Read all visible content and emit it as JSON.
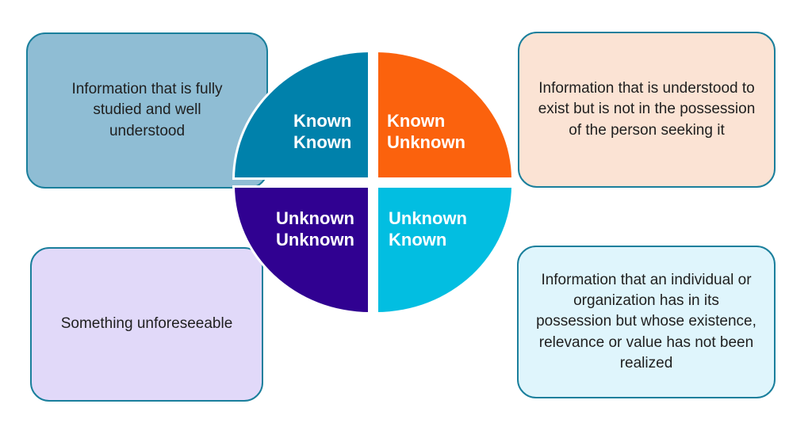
{
  "pie": {
    "label_color": "#FFFFFF",
    "quadrants": [
      {
        "name": "known-known",
        "line1": "Known",
        "line2": "Known",
        "color": "#0081AB"
      },
      {
        "name": "known-unknown",
        "line1": "Known",
        "line2": "Unknown",
        "color": "#FB620D"
      },
      {
        "name": "unknown-unknown",
        "line1": "Unknown",
        "line2": "Unknown",
        "color": "#300191"
      },
      {
        "name": "unknown-known",
        "line1": "Unknown",
        "line2": "Known",
        "color": "#02BEE1"
      }
    ]
  },
  "callouts": [
    {
      "name": "known-known-description",
      "text": "Information that is fully studied and well understood",
      "fill": "#8FBDD4"
    },
    {
      "name": "known-unknown-description",
      "text": "Information that is understood to exist but is not in the possession of the person seeking it",
      "fill": "#FBE3D4"
    },
    {
      "name": "unknown-unknown-description",
      "text": "Something unforeseeable",
      "fill": "#E1D9F9"
    },
    {
      "name": "unknown-known-description",
      "text": "Information that an individual or organization has in its possession but whose existence, relevance or value has not been realized",
      "fill": "#DFF5FC"
    }
  ],
  "styles": {
    "callout_border": "#1A7F9C",
    "text_color": "#1F1F1F",
    "background": "#FFFFFF"
  }
}
